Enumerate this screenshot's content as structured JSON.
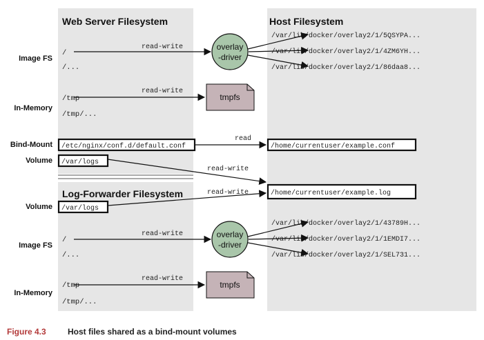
{
  "panels": {
    "web_title": "Web Server Filesystem",
    "host_title": "Host Filesystem",
    "log_title": "Log-Forwarder Filesystem"
  },
  "row_labels": {
    "web_image_fs": "Image FS",
    "web_in_memory": "In-Memory",
    "bind_mount": "Bind-Mount",
    "web_volume": "Volume",
    "log_volume": "Volume",
    "log_image_fs": "Image FS",
    "log_in_memory": "In-Memory"
  },
  "web_paths": {
    "root": "/",
    "root_more": "/...",
    "tmp": "/tmp",
    "tmp_more": "/tmp/...",
    "nginx_conf": "/etc/nginx/conf.d/default.conf",
    "var_logs": "/var/logs"
  },
  "log_paths": {
    "var_logs": "/var/logs",
    "root": "/",
    "root_more": "/...",
    "tmp": "/tmp",
    "tmp_more": "/tmp/..."
  },
  "host_paths": {
    "web_layers": [
      "/var/lib/docker/overlay2/1/5QSYPA...",
      "/var/lib/docker/overlay2/1/4ZM6YH...",
      "/var/lib/docker/overlay2/1/86daa8..."
    ],
    "example_conf": "/home/currentuser/example.conf",
    "example_log": "/home/currentuser/example.log",
    "log_layers": [
      "/var/lib/docker/overlay2/1/43789H...",
      "/var/lib/docker/overlay2/1/1EMDI7...",
      "/var/lib/docker/overlay2/1/SEL731..."
    ]
  },
  "nodes": {
    "overlay_web": [
      "overlay",
      "-driver"
    ],
    "tmpfs_web": "tmpfs",
    "overlay_log": [
      "overlay",
      "-driver"
    ],
    "tmpfs_log": "tmpfs"
  },
  "edge_labels": {
    "web_image": "read-write",
    "web_tmp": "read-write",
    "conf_read": "read",
    "web_logs": "read-write",
    "log_logs": "read-write",
    "log_image": "read-write",
    "log_tmp": "read-write"
  },
  "colors": {
    "panel": "#e6e6e6",
    "overlay_fill": "#a9c6aa",
    "tmpfs_fill": "#c5b3b7",
    "caption_accent": "#b33a3a"
  },
  "caption": {
    "label": "Figure 4.3",
    "text": "Host files shared as a bind-mount volumes"
  }
}
